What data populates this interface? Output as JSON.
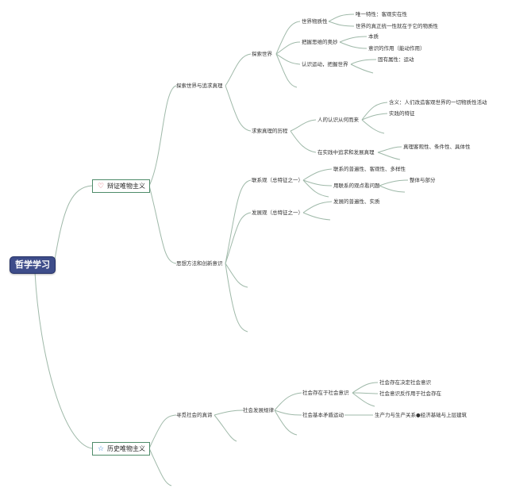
{
  "root": {
    "label": "哲学学习"
  },
  "branch_dialectical": {
    "icon": "heart-icon",
    "label": "辩证唯物主义",
    "explore": {
      "label": "探索世界与追求真理",
      "world": {
        "label": "探索世界",
        "material": {
          "label": "世界物质性",
          "items": [
            "唯一特性：客观实在性",
            "世界的真正统一性就在于它的物质性"
          ]
        },
        "thought": {
          "label": "把握思维的奥妙",
          "items": [
            "本质",
            "意识的作用（能动作用）"
          ]
        },
        "motion": {
          "label": "认识运动，把握世界",
          "items": [
            "固有属性：运动"
          ]
        }
      },
      "truth": {
        "label": "求索真理的历程",
        "cognition": {
          "label": "人的认识从何而来",
          "items": [
            "含义：人们改造客观世界的一切物质性活动",
            "实践的特征"
          ]
        },
        "practice": {
          "label": "在实践中追求和发展真理",
          "items": [
            "真理客观性、条件性、具体性"
          ]
        }
      }
    },
    "method": {
      "label": "思想方法和创新意识",
      "connection": {
        "label": "联系观（总特征之一）",
        "items": [
          "联系的普遍性、客观性、多样性"
        ],
        "view": {
          "label": "用联系的观点看问题",
          "items": [
            "整体与部分"
          ]
        }
      },
      "development": {
        "label": "发展观（总特征之一）",
        "items": [
          "发展的普遍性、实质"
        ]
      }
    }
  },
  "branch_historical": {
    "icon": "star-icon",
    "label": "历史唯物主义",
    "seek": {
      "label": "寻觅社会的真谛",
      "law": {
        "label": "社会发展规律",
        "existence": {
          "label": "社会存在于社会意识",
          "items": [
            "社会存在决定社会意识",
            "社会意识反作用于社会存在"
          ]
        },
        "contradiction": {
          "label": "社会基本矛盾运动",
          "items": [
            "生产力与生产关系●经济基础与上层建筑"
          ]
        }
      }
    }
  },
  "colors": {
    "root_bg": "#3e4d8a",
    "line": "#9fb9a9",
    "box_border": "#4f8c6a",
    "heart": "#d83b4f",
    "star": "#3a86d8"
  }
}
